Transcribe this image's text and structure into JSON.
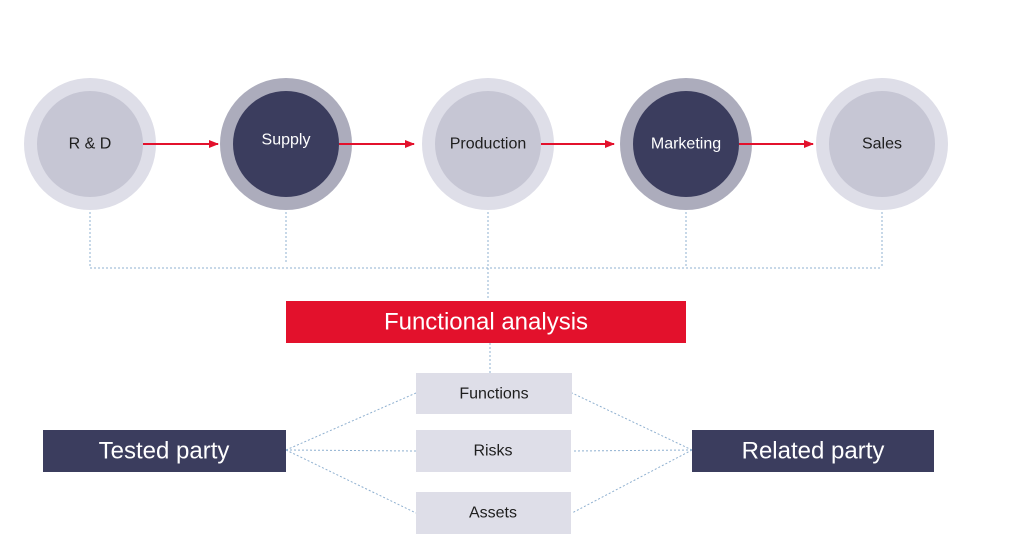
{
  "colors": {
    "dark": "#3b3d5e",
    "dark_ring": "#acacbc",
    "light": "#c6c6d4",
    "light_ring": "#dedee8",
    "red": "#e3112c",
    "pill": "#dedee8",
    "connector": "#8fb0d0"
  },
  "stages": [
    {
      "label": "R & D",
      "style": "light"
    },
    {
      "label": "Supply",
      "style": "dark"
    },
    {
      "label": "Production",
      "style": "light"
    },
    {
      "label": "Marketing",
      "style": "dark"
    },
    {
      "label": "Sales",
      "style": "light"
    }
  ],
  "analysis": {
    "title": "Functional analysis"
  },
  "far": {
    "items": [
      "Functions",
      "Risks",
      "Assets"
    ]
  },
  "parties": {
    "tested": "Tested party",
    "related": "Related party"
  }
}
